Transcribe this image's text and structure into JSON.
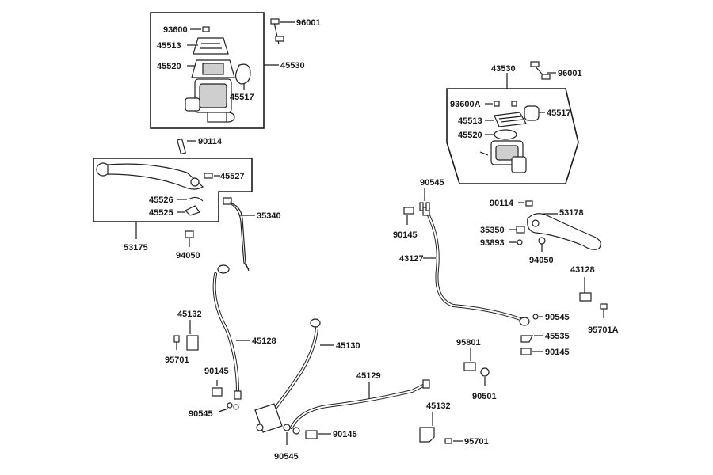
{
  "labels": {
    "p93600": "93600",
    "p96001_left": "96001",
    "p45513_left": "45513",
    "p45520_left": "45520",
    "p45530": "45530",
    "p45517_left": "45517",
    "p90114_left": "90114",
    "p45527": "45527",
    "p45526": "45526",
    "p45525": "45525",
    "p35340": "35340",
    "p53175": "53175",
    "p94050_left": "94050",
    "p43530": "43530",
    "p96001_right": "96001",
    "p93600A": "93600A",
    "p45517_right": "45517",
    "p45513_right": "45513",
    "p45520_right": "45520",
    "p90545_top": "90545",
    "p90145_top": "90145",
    "p43127": "43127",
    "p90114_right": "90114",
    "p53178": "53178",
    "p35350": "35350",
    "p93893": "93893",
    "p94050_right": "94050",
    "p43128": "43128",
    "p95701A": "95701A",
    "p90545_mid_right": "90545",
    "p45535": "45535",
    "p90145_mid_right": "90145",
    "p95801": "95801",
    "p90501": "90501",
    "p45132_left": "45132",
    "p95701_left": "95701",
    "p45128": "45128",
    "p45130": "45130",
    "p90145_left": "90145",
    "p90545_left": "90545",
    "p45129": "45129",
    "p45132_right": "45132",
    "p95701_right": "95701",
    "p90145_bottom": "90145",
    "p90545_bottom": "90545"
  }
}
